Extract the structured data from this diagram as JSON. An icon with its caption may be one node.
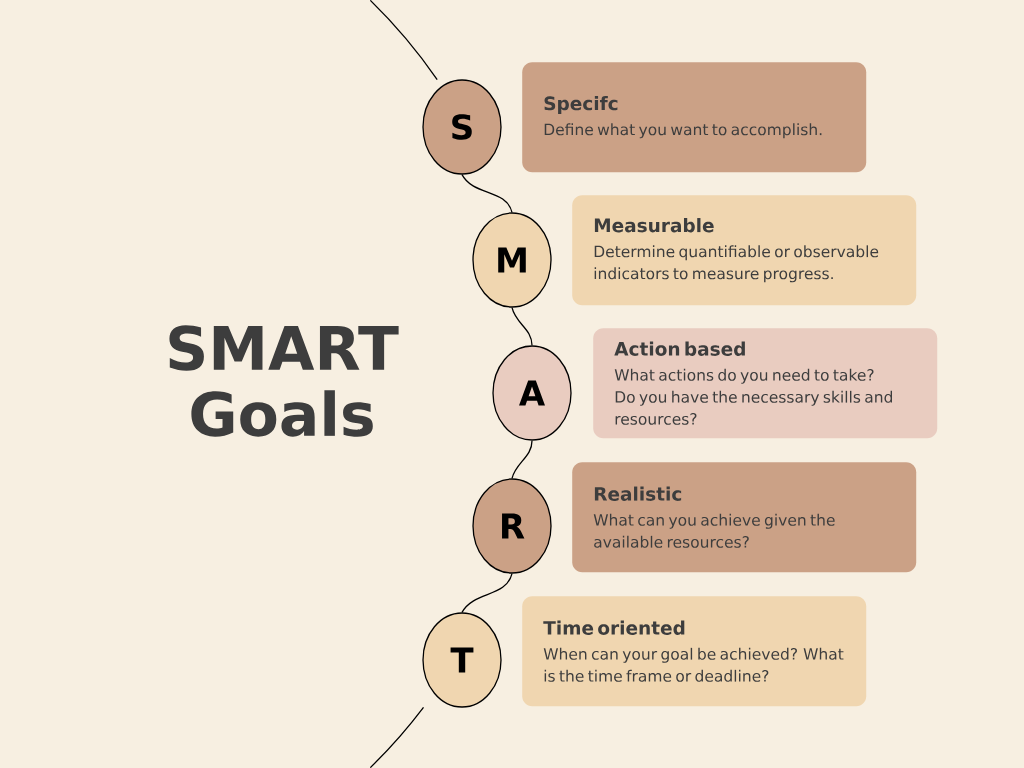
{
  "diagram": {
    "title": "SMART Goals",
    "nodes": [
      {
        "text": [
          "S"
        ]
      },
      {
        "text": [
          "Specifc",
          "Define what you want to accomplish."
        ]
      },
      {
        "text": [
          "M"
        ]
      },
      {
        "text": [
          "Measurable",
          "Determine quantifiable or observable indicators to measure progress."
        ]
      },
      {
        "text": [
          "A"
        ]
      },
      {
        "text": [
          "Action based",
          "What actions do you need to take? Do you have the necessary skills and resources?"
        ]
      },
      {
        "text": [
          "R"
        ]
      },
      {
        "text": [
          "Realistic",
          "What can you achieve given the available resources?"
        ]
      },
      {
        "text": [
          "T"
        ]
      },
      {
        "text": [
          "Time oriented",
          "When can your goal be achieved? What is the time frame or deadline?"
        ]
      }
    ],
    "edges": [
      {
        "from": 0,
        "to": 2,
        "arrow": "none"
      },
      {
        "from": 2,
        "to": 4,
        "arrow": "none"
      },
      {
        "from": 4,
        "to": 6,
        "arrow": "none"
      },
      {
        "from": 6,
        "to": 8,
        "arrow": "none"
      }
    ]
  }
}
